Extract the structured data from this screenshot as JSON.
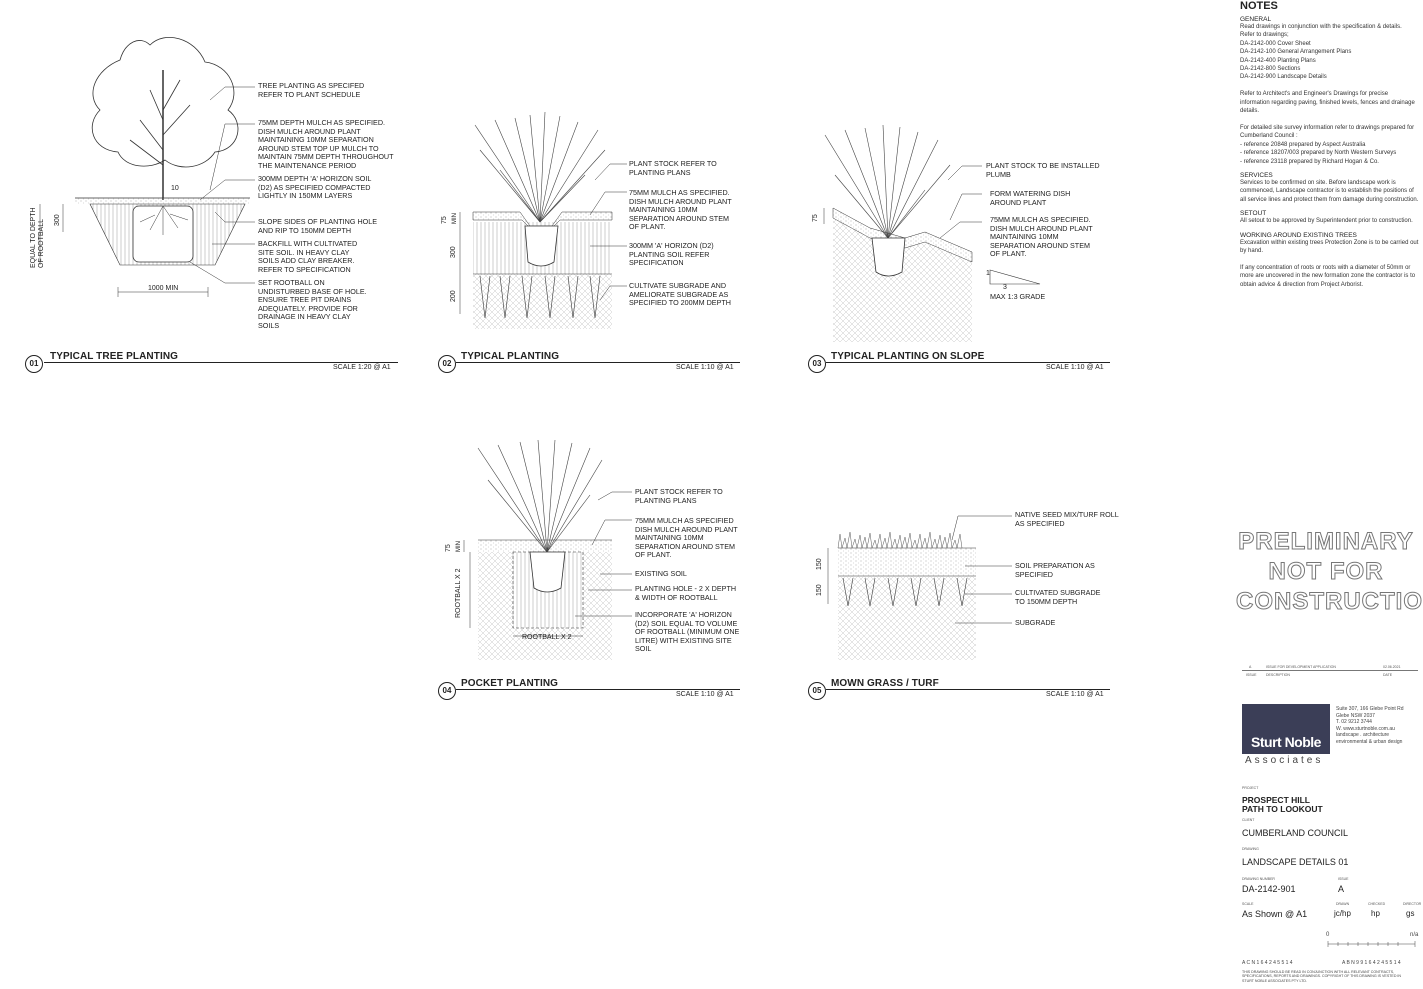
{
  "details": [
    {
      "num": "01",
      "title": "TYPICAL TREE PLANTING",
      "scale": "SCALE  1:20 @ A1"
    },
    {
      "num": "02",
      "title": "TYPICAL PLANTING",
      "scale": "SCALE  1:10 @ A1"
    },
    {
      "num": "03",
      "title": "TYPICAL PLANTING ON SLOPE",
      "scale": "SCALE  1:10 @ A1"
    },
    {
      "num": "04",
      "title": "POCKET PLANTING",
      "scale": "SCALE  1:10 @ A1"
    },
    {
      "num": "05",
      "title": "MOWN GRASS / TURF",
      "scale": "SCALE  1:10 @ A1"
    }
  ],
  "d1": {
    "ann": [
      "TREE PLANTING AS SPECIFED\nREFER TO PLANT SCHEDULE",
      "75mm DEPTH MULCH AS SPECIFIED.\nDISH MULCH AROUND PLANT\nMAINTAINING 10mm SEPARATION\nAROUND STEM  TOP UP MULCH TO\nMAINTAIN 75mm DEPTH THROUGHOUT\nTHE MAINTENANCE PERIOD",
      "300mm DEPTH 'A' HORIZON  SOIL\n(D2) AS SPECIFIED COMPACTED\nLIGHTLY IN 150mm LAYERS",
      "SLOPE SIDES OF PLANTING HOLE\nAND RIP TO 150mm DEPTH",
      "BACKFILL WITH CULTIVATED\nSITE SOIL. IN HEAVY CLAY\nSOILS ADD CLAY BREAKER.\nREFER TO SPECIFICATION",
      "SET ROOTBALL ON\nUNDISTURBED BASE OF HOLE.\nENSURE TREE PIT DRAINS\nADEQUATELY. PROVIDE FOR\nDRAINAGE IN HEAVY CLAY\nSOILS"
    ],
    "dims": [
      "10",
      "300",
      "EQUAL TO DEPTH\nOF ROOTBALL",
      "1000 MIN"
    ]
  },
  "d2": {
    "ann": [
      "PLANT STOCK REFER TO\nPLANTING PLANS",
      "75mm MULCH AS SPECIFIED.\nDISH MULCH AROUND PLANT\nMAINTAINING 10mm\nSEPARATION AROUND STEM\nOF PLANT.",
      "300mm 'A' HORIZON (D2)\nPLANTING SOIL  REFER\nSPECIFICATION",
      "CULTIVATE SUBGRADE AND\nAMELIORATE SUBGRADE AS\nSPECIFIED TO 200mm DEPTH"
    ],
    "dims": [
      "75",
      "MIN",
      "300",
      "200"
    ]
  },
  "d3": {
    "ann": [
      "PLANT STOCK TO BE INSTALLED\nPLUMB",
      "FORM WATERING DISH\nAROUND PLANT",
      "75mm MULCH AS SPECIFIED.\nDISH MULCH AROUND PLANT\nMAINTAINING 10mm\nSEPARATION AROUND STEM\nOF PLANT.",
      "MAX 1:3 GRADE"
    ],
    "dims": [
      "75",
      "1",
      "3"
    ]
  },
  "d4": {
    "ann": [
      "PLANT STOCK REFER TO\nPLANTING PLANS",
      "75mm MULCH AS SPECIFIED\nDISH MULCH AROUND PLANT\nMAINTAINING 10mm\nSEPARATION AROUND STEM\nOF PLANT.",
      "EXISTING SOIL",
      "PLANTING HOLE  - 2 x DEPTH\n& WIDTH OF ROOTBALL",
      "INCORPORATE 'A' HORIZON\n(D2) SOIL EQUAL TO VOLUME\nOF  ROOTBALL (MINIMUM ONE\nLITRE) WITH EXISTING SITE\nSOIL"
    ],
    "dims": [
      "75",
      "MIN",
      "ROOTBALL X 2",
      "ROOTBALL X 2"
    ]
  },
  "d5": {
    "ann": [
      "NATIVE SEED MIX/TURF ROLL\nAS SPECIFIED",
      "SOIL PREPARATION AS\nSPECIFIED",
      "CULTIVATED SUBGRADE\nTO 150mm DEPTH",
      "SUBGRADE"
    ],
    "dims": [
      "150",
      "150"
    ]
  },
  "notes": {
    "title": "NOTES",
    "sections": [
      {
        "h": "GENERAL",
        "p": "Read drawings in conjunction with the specification & details.\nRefer to drawings;\nDA-2142-000 Cover Sheet\nDA-2142-100 General Arrangement Plans\nDA-2142-400 Planting Plans\nDA-2142-800 Sections\nDA-2142-900 Landscape Details\n\nRefer to Architect's and Engineer's Drawings for precise\ninformation regarding paving, finished levels, fences and drainage\ndetails.\n\nFor detailed site survey information refer to drawings prepared for\nCumberland Council :\n   -      reference 20848 prepared by Aspect Australia\n   -      reference 18207/003 prepared by North Western Surveys\n   -      reference 23118 prepared by Richard Hogan & Co."
      },
      {
        "h": "SERVICES",
        "p": "Services to be confirmed on site. Before landscape work is\ncommenced, Landscape contractor is to establish the positions of\nall service lines and protect them from damage during construction."
      },
      {
        "h": "SETOUT",
        "p": "All setout to be approved by Superintendent prior to construction."
      },
      {
        "h": "WORKING AROUND EXISTING TREES",
        "p": "Excavation within existing trees Protection Zone is to be carried out\nby hand.\n\nIf any concentration of roots or roots with a diameter of 50mm or\nmore are uncovered in the new formation zone the contractor is to\nobtain advice & direction from Project Arborist."
      }
    ]
  },
  "stamp": [
    "PRELIMINARY",
    "NOT FOR",
    "CONSTRUCTION"
  ],
  "revision": {
    "rev": "A",
    "desc": "ISSUE FOR DEVELOPMENT APPLICATION",
    "date": "02.06.2021",
    "h_issue": "ISSUE",
    "h_desc": "DESCRIPTION",
    "h_date": "DATE"
  },
  "firm": {
    "name": "Sturt Noble",
    "sub": "Associates",
    "address": "Suite 307, 166 Glebe Point Rd\nGlebe NSW 2037\nT.  02 9212 3744\nW. www.sturtnoble.com.au\nlandscape  .  architecture\nenvironmental  &  urban design"
  },
  "titleblock": {
    "project_lbl": "PROJECT",
    "project": "PROSPECT HILL\nPATH TO LOOKOUT",
    "client_lbl": "CLIENT",
    "client": "CUMBERLAND COUNCIL",
    "drawing_lbl": "DRAWING",
    "drawing": "LANDSCAPE DETAILS 01",
    "number_lbl": "DRAWING NUMBER",
    "number": "DA-2142-901",
    "issue_lbl": "ISSUE",
    "issue": "A",
    "scale_lbl": "SCALE",
    "scale": "As Shown @ A1",
    "drawn_lbl": "DRAWN",
    "drawn": "jc/hp",
    "checked_lbl": "CHECKED",
    "checked": "hp",
    "director_lbl": "DIRECTOR",
    "director": "gs",
    "bar_start": "0",
    "bar_end": "n/a",
    "acn": "A C N   1 6 4  2 4 5  5 1 4",
    "abn": "A B N   9 9  1 6 4  2 4 5  5 1 4",
    "disclaimer": "THIS DRAWING SHOULD BE READ IN CONJUNCTION WITH ALL RELEVANT CONTRACTS,\nSPECIFICATIONS, REPORTS AND DRAWINGS. COPYRIGHT OF THIS DRAWING IS VESTED IN\nSTURT NOBLE ASSOCIATES PTY LTD."
  }
}
